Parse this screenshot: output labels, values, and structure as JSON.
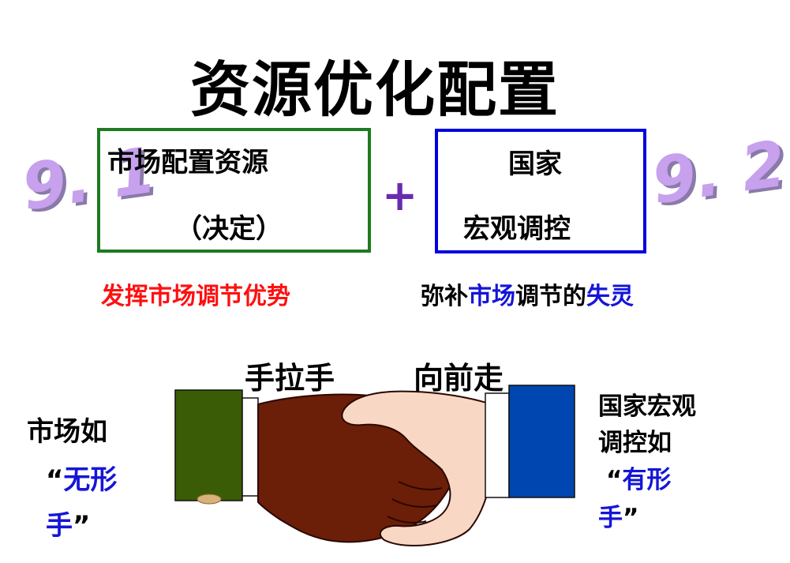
{
  "title": "资源优化配置",
  "left_number": "9. 1",
  "right_number": "9. 2",
  "left_box": {
    "line1": "市场配置资源",
    "line2": "（决定）"
  },
  "plus": "+",
  "right_box": {
    "line1": "国家",
    "line2": "宏观调控"
  },
  "left_caption": "发挥市场调节优势",
  "right_caption": {
    "part1": "弥补",
    "part2": "市场",
    "part3": "调节的",
    "part4": "失灵"
  },
  "motto": {
    "left": "手拉手",
    "right": "向前走"
  },
  "left_side": {
    "line1": "市场如",
    "quote_open": "“",
    "line2_blue": "无形",
    "line3_blue": "手",
    "quote_close": "”"
  },
  "right_side": {
    "line1": "国家宏观",
    "line2": "调控如",
    "quote_open": "“",
    "line3_blue": "有形",
    "line4_blue": "手",
    "quote_close": "”"
  },
  "colors": {
    "green_box": "#1e7a1e",
    "blue_box": "#0000dd",
    "red_text": "#ff1010",
    "blue_text": "#1515d8",
    "number": "#c7a0ee",
    "left_sleeve": "#3b5c06",
    "right_sleeve": "#0046b0",
    "dark_hand": "#6b1e08",
    "light_hand": "#f8d8c4"
  }
}
